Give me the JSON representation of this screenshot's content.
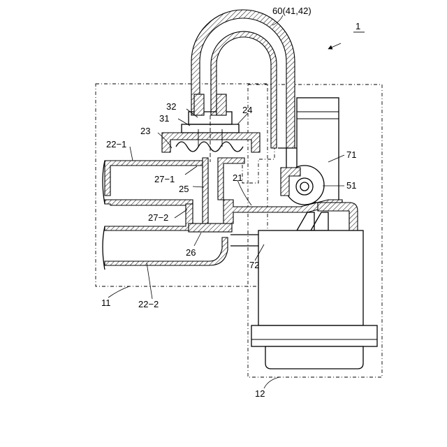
{
  "labels": {
    "l1": "1",
    "l60": "60(41,42)",
    "l32": "32",
    "l31": "31",
    "l24": "24",
    "l23": "23",
    "l22_1": "22−1",
    "l71": "71",
    "l27_1": "27−1",
    "l21": "21",
    "l25": "25",
    "l51": "51",
    "l27_2": "27−2",
    "l26": "26",
    "l72": "72",
    "l11": "11",
    "l22_2": "22−2",
    "l12": "12"
  }
}
